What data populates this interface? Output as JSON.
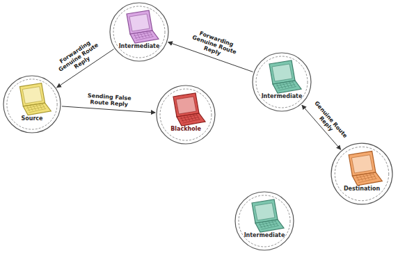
{
  "diagram": {
    "nodes": [
      {
        "text": [
          "Intermediate"
        ]
      },
      {
        "text": [
          "Intermediate"
        ]
      },
      {
        "text": [
          "Source"
        ]
      },
      {
        "text": [
          "Blackhole"
        ]
      },
      {
        "text": [
          "Destination"
        ]
      },
      {
        "text": [
          "Intermediate"
        ]
      }
    ],
    "edges": [
      {
        "from": 0,
        "to": 2,
        "label": "Forwarding Genuine Route Reply",
        "arrow": "to"
      },
      {
        "from": 1,
        "to": 0,
        "label": "Forwarding Genuine Route Reply",
        "arrow": "to"
      },
      {
        "from": 2,
        "to": 3,
        "label": "Sending False Route Reply",
        "arrow": "to"
      },
      {
        "from": 4,
        "to": 1,
        "label": "Genuine Route Reply",
        "arrow": "both"
      }
    ]
  }
}
